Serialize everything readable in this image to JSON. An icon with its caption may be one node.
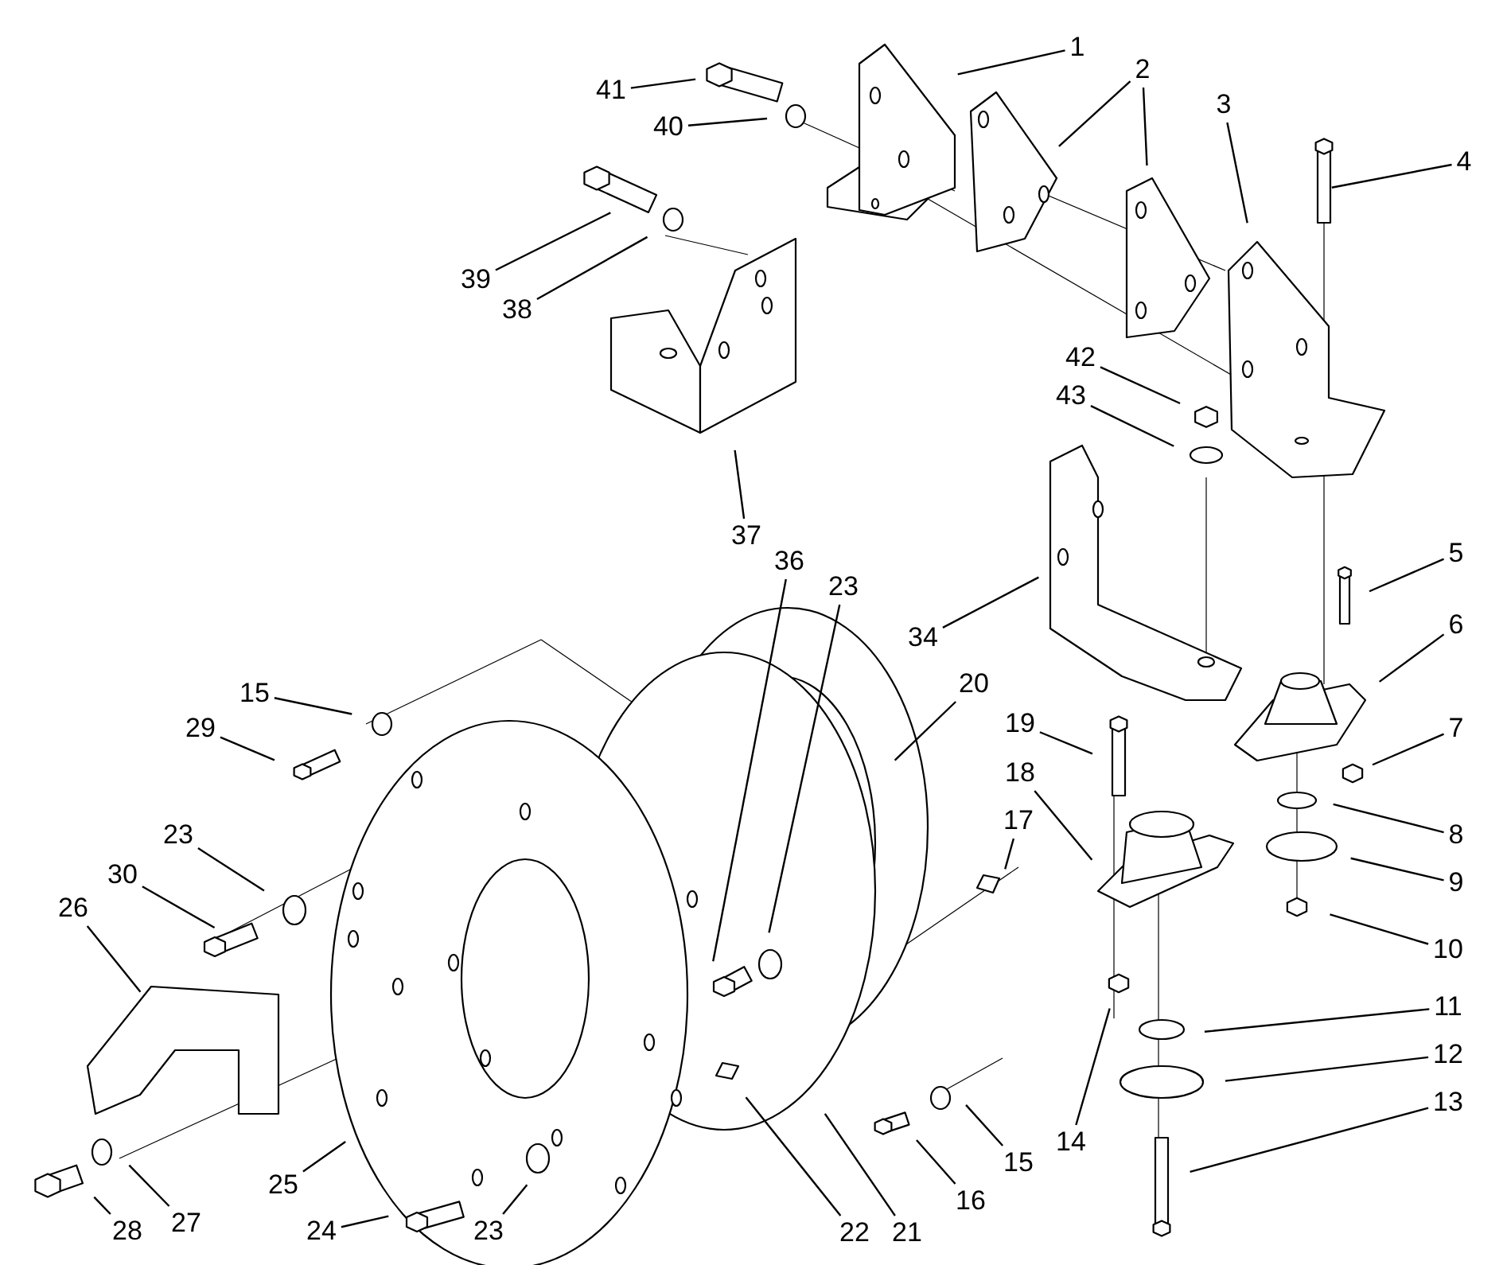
{
  "diagram": {
    "nodes": [
      {
        "text": [
          "1"
        ]
      },
      {
        "text": [
          "2"
        ]
      },
      {
        "text": [
          "41"
        ]
      },
      {
        "text": [
          "3"
        ]
      },
      {
        "text": [
          "40"
        ]
      },
      {
        "text": [
          "4"
        ]
      },
      {
        "text": [
          "39"
        ]
      },
      {
        "text": [
          "38"
        ]
      },
      {
        "text": [
          "42"
        ]
      },
      {
        "text": [
          "43"
        ]
      },
      {
        "text": [
          "37"
        ]
      },
      {
        "text": [
          "5"
        ]
      },
      {
        "text": [
          "36"
        ]
      },
      {
        "text": [
          "23"
        ]
      },
      {
        "text": [
          "6"
        ]
      },
      {
        "text": [
          "34"
        ]
      },
      {
        "text": [
          "20"
        ]
      },
      {
        "text": [
          "15"
        ]
      },
      {
        "text": [
          "19"
        ]
      },
      {
        "text": [
          "7"
        ]
      },
      {
        "text": [
          "29"
        ]
      },
      {
        "text": [
          "18"
        ]
      },
      {
        "text": [
          "17"
        ]
      },
      {
        "text": [
          "23"
        ]
      },
      {
        "text": [
          "8"
        ]
      },
      {
        "text": [
          "30"
        ]
      },
      {
        "text": [
          "9"
        ]
      },
      {
        "text": [
          "26"
        ]
      },
      {
        "text": [
          "10"
        ]
      },
      {
        "text": [
          "11"
        ]
      },
      {
        "text": [
          "12"
        ]
      },
      {
        "text": [
          "13"
        ]
      },
      {
        "text": [
          "14"
        ]
      },
      {
        "text": [
          "15"
        ]
      },
      {
        "text": [
          "25"
        ]
      },
      {
        "text": [
          "16"
        ]
      },
      {
        "text": [
          "27"
        ]
      },
      {
        "text": [
          "22"
        ]
      },
      {
        "text": [
          "21"
        ]
      },
      {
        "text": [
          "28"
        ]
      },
      {
        "text": [
          "24"
        ]
      },
      {
        "text": [
          "23"
        ]
      }
    ],
    "edges": [
      {
        "from": 0,
        "to": null,
        "arrow": "none"
      },
      {
        "from": 1,
        "to": null,
        "arrow": "none"
      },
      {
        "from": 1,
        "to": null,
        "arrow": "none"
      },
      {
        "from": 2,
        "to": null,
        "arrow": "none"
      },
      {
        "from": 3,
        "to": null,
        "arrow": "none"
      },
      {
        "from": 4,
        "to": null,
        "arrow": "none"
      },
      {
        "from": 5,
        "to": null,
        "arrow": "none"
      },
      {
        "from": 6,
        "to": null,
        "arrow": "none"
      },
      {
        "from": 7,
        "to": null,
        "arrow": "none"
      },
      {
        "from": 8,
        "to": null,
        "arrow": "none"
      },
      {
        "from": 9,
        "to": null,
        "arrow": "none"
      },
      {
        "from": 10,
        "to": null,
        "arrow": "none"
      },
      {
        "from": 11,
        "to": null,
        "arrow": "none"
      },
      {
        "from": 12,
        "to": null,
        "arrow": "none"
      },
      {
        "from": 13,
        "to": null,
        "arrow": "none"
      },
      {
        "from": 14,
        "to": null,
        "arrow": "none"
      },
      {
        "from": 15,
        "to": null,
        "arrow": "none"
      },
      {
        "from": 16,
        "to": null,
        "arrow": "none"
      },
      {
        "from": 17,
        "to": null,
        "arrow": "none"
      },
      {
        "from": 18,
        "to": null,
        "arrow": "none"
      },
      {
        "from": 19,
        "to": null,
        "arrow": "none"
      },
      {
        "from": 20,
        "to": null,
        "arrow": "none"
      },
      {
        "from": 21,
        "to": null,
        "arrow": "none"
      },
      {
        "from": 22,
        "to": null,
        "arrow": "none"
      },
      {
        "from": 23,
        "to": null,
        "arrow": "none"
      },
      {
        "from": 24,
        "to": null,
        "arrow": "none"
      },
      {
        "from": 25,
        "to": null,
        "arrow": "none"
      },
      {
        "from": 26,
        "to": null,
        "arrow": "none"
      },
      {
        "from": 27,
        "to": null,
        "arrow": "none"
      },
      {
        "from": 28,
        "to": null,
        "arrow": "none"
      },
      {
        "from": 29,
        "to": null,
        "arrow": "none"
      },
      {
        "from": 30,
        "to": null,
        "arrow": "none"
      },
      {
        "from": 31,
        "to": null,
        "arrow": "none"
      },
      {
        "from": 32,
        "to": null,
        "arrow": "none"
      },
      {
        "from": 33,
        "to": null,
        "arrow": "none"
      },
      {
        "from": 34,
        "to": null,
        "arrow": "none"
      },
      {
        "from": 35,
        "to": null,
        "arrow": "none"
      },
      {
        "from": 36,
        "to": null,
        "arrow": "none"
      },
      {
        "from": 37,
        "to": null,
        "arrow": "none"
      },
      {
        "from": 38,
        "to": null,
        "arrow": "none"
      },
      {
        "from": 39,
        "to": null,
        "arrow": "none"
      },
      {
        "from": 40,
        "to": null,
        "arrow": "none"
      },
      {
        "from": 41,
        "to": null,
        "arrow": "none"
      }
    ]
  }
}
